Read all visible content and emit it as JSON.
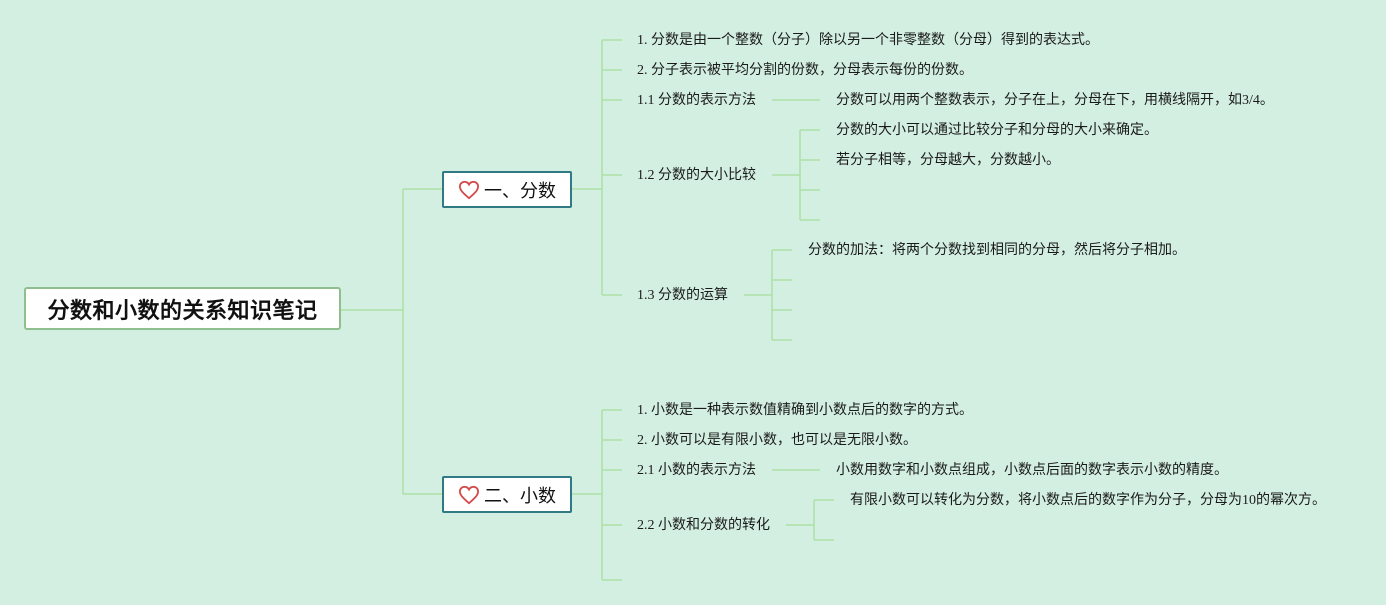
{
  "root": {
    "title": "分数和小数的关系知识笔记"
  },
  "colors": {
    "background": "#d3efe1",
    "line": "#aee0a6",
    "branch_border": "#2f7a84",
    "heart": "#d24a4a"
  },
  "branches": [
    {
      "icon": "heart-icon",
      "title": "一、分数",
      "items": [
        {
          "text": "1. 分数是由一个整数（分子）除以另一个非零整数（分母）得到的表达式。"
        },
        {
          "text": "2. 分子表示被平均分割的份数，分母表示每份的份数。"
        },
        {
          "text": "1.1 分数的表示方法",
          "details": [
            "分数可以用两个整数表示，分子在上，分母在下，用横线隔开，如3/4。"
          ]
        },
        {
          "text": "1.2 分数的大小比较",
          "details": [
            "分数的大小可以通过比较分子和分母的大小来确定。",
            "若分子相等，分母越大，分数越小。"
          ]
        },
        {
          "text": "1.3 分数的运算",
          "details": [
            "分数的加法：将两个分数找到相同的分母，然后将分子相加。"
          ]
        }
      ]
    },
    {
      "icon": "heart-icon",
      "title": "二、小数",
      "items": [
        {
          "text": "1. 小数是一种表示数值精确到小数点后的数字的方式。"
        },
        {
          "text": "2. 小数可以是有限小数，也可以是无限小数。"
        },
        {
          "text": "2.1 小数的表示方法",
          "details": [
            "小数用数字和小数点组成，小数点后面的数字表示小数的精度。"
          ]
        },
        {
          "text": "2.2 小数和分数的转化",
          "details": [
            "有限小数可以转化为分数，将小数点后的数字作为分子，分母为10的幂次方。"
          ]
        }
      ]
    }
  ]
}
